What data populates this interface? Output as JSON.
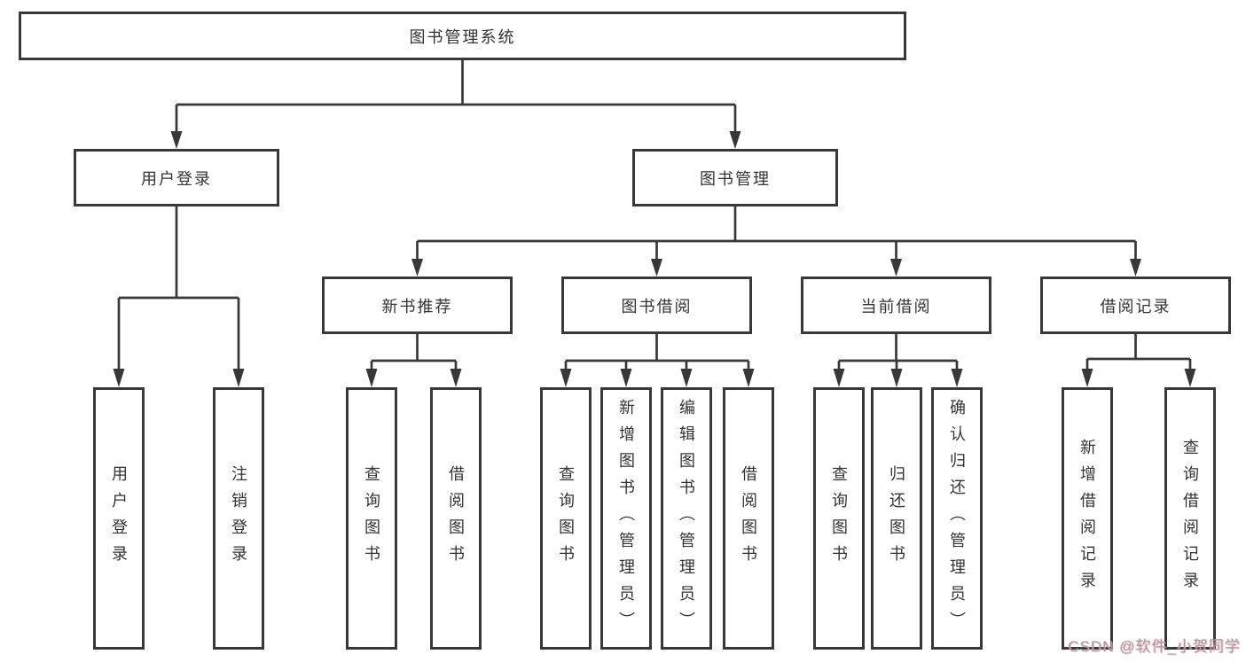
{
  "diagram": {
    "root": {
      "label": "图书管理系统"
    },
    "level2": [
      {
        "id": "user-login",
        "label": "用户登录"
      },
      {
        "id": "book-management",
        "label": "图书管理"
      }
    ],
    "level3": [
      {
        "id": "new-book-recommend",
        "parent": "book-management",
        "label": "新书推荐"
      },
      {
        "id": "book-borrow",
        "parent": "book-management",
        "label": "图书借阅"
      },
      {
        "id": "current-borrow",
        "parent": "book-management",
        "label": "当前借阅"
      },
      {
        "id": "borrow-records",
        "parent": "book-management",
        "label": "借阅记录"
      }
    ],
    "leaves": [
      {
        "parent": "user-login",
        "label": "用户登录"
      },
      {
        "parent": "user-login",
        "label": "注销登录"
      },
      {
        "parent": "new-book-recommend",
        "label": "查询图书"
      },
      {
        "parent": "new-book-recommend",
        "label": "借阅图书"
      },
      {
        "parent": "book-borrow",
        "label": "查询图书"
      },
      {
        "parent": "book-borrow",
        "label": "新增图书（管理员）"
      },
      {
        "parent": "book-borrow",
        "label": "编辑图书（管理员）"
      },
      {
        "parent": "book-borrow",
        "label": "借阅图书"
      },
      {
        "parent": "current-borrow",
        "label": "查询图书"
      },
      {
        "parent": "current-borrow",
        "label": "归还图书"
      },
      {
        "parent": "current-borrow",
        "label": "确认归还（管理员）"
      },
      {
        "parent": "borrow-records",
        "label": "新增借阅记录"
      },
      {
        "parent": "borrow-records",
        "label": "查询借阅记录"
      }
    ]
  },
  "watermark": {
    "text": "CSDN @软件_小贺同学"
  },
  "colors": {
    "line": "#383838",
    "text": "#333333",
    "background": "#ffffff",
    "watermark": "#9f9fa3"
  }
}
